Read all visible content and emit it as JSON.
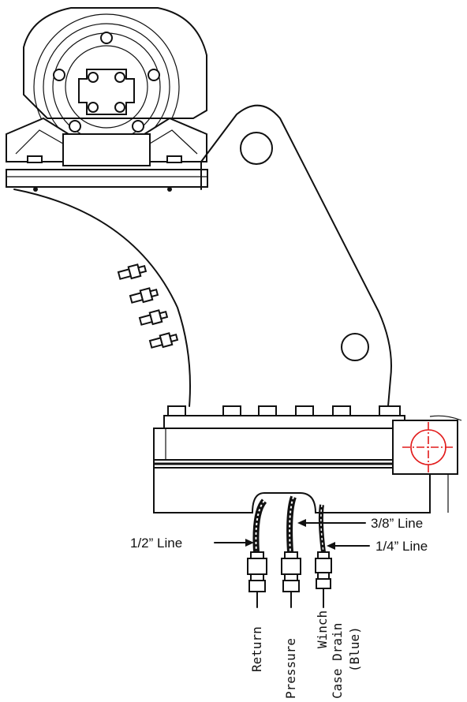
{
  "diagram": {
    "callouts": {
      "half_line": "1/2” Line",
      "three_eighths_line": "3/8” Line",
      "quarter_line": "1/4” Line"
    },
    "hose_labels": {
      "return": "Return",
      "pressure": "Pressure",
      "winch_line1": "Winch",
      "winch_line2": "Case Drain",
      "winch_line3": "(Blue)"
    },
    "colors": {
      "line": "#111111",
      "crosshair": "#e21b1b",
      "background": "#ffffff"
    }
  }
}
